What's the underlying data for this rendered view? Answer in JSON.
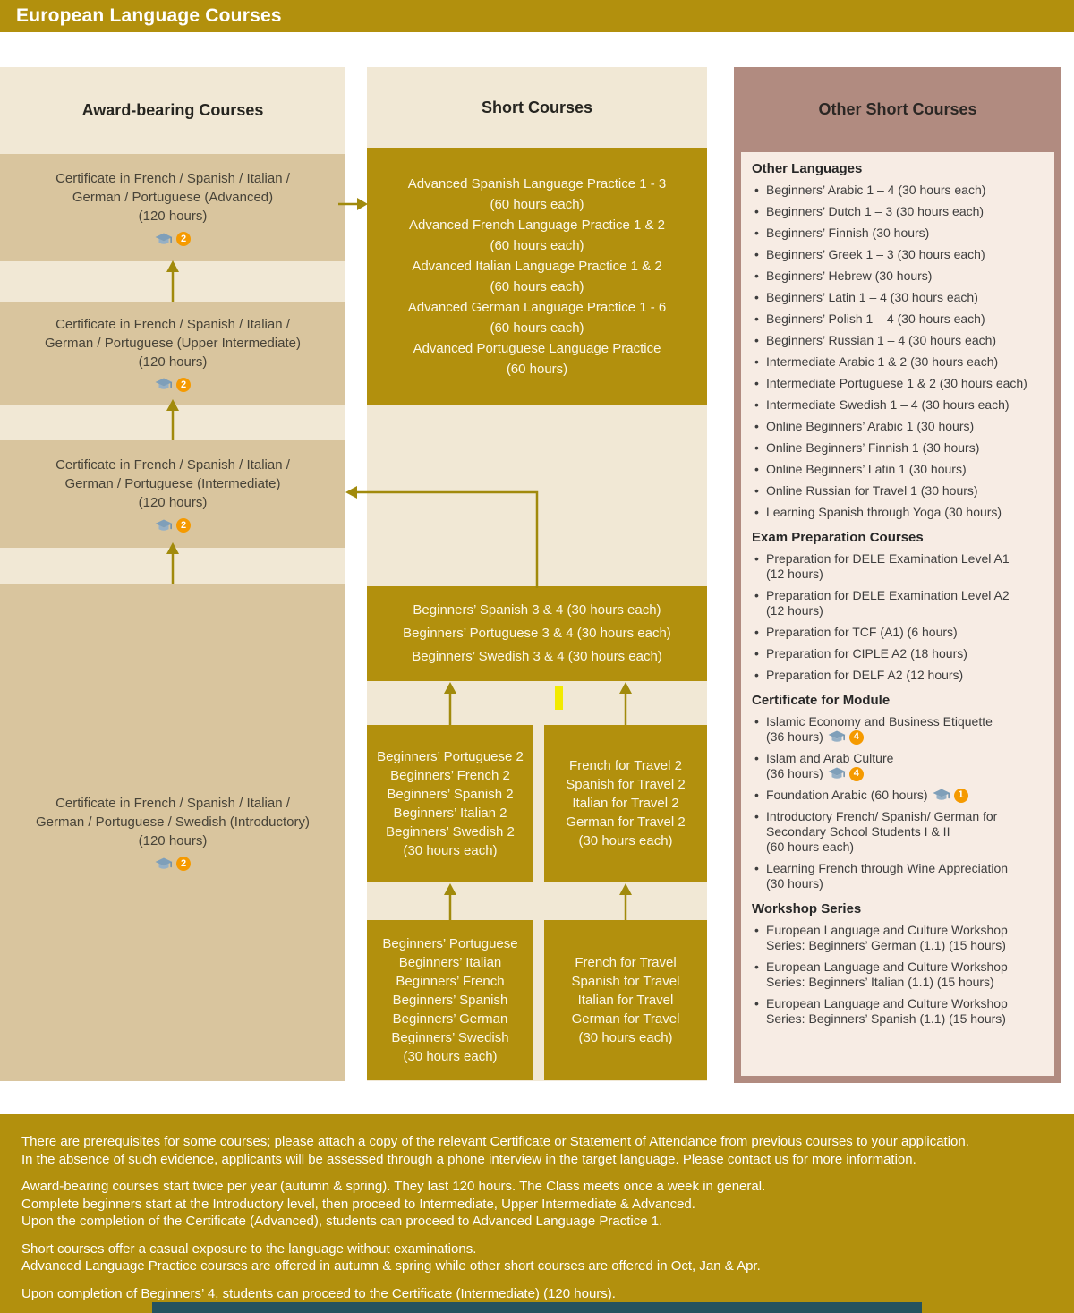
{
  "page": {
    "title": "European Language Courses"
  },
  "colors": {
    "gold": "#b2900d",
    "beige": "#f1e8d5",
    "tan": "#d9c59e",
    "mauve": "#b18b80",
    "panel_pink": "#f7ece4",
    "badge_orange": "#f59a00",
    "arrow_gold": "#a18a0c",
    "footer_teal": "#25525e",
    "highlight_yellow": "#f2ea00",
    "text_on_gold": "#fcf8ea"
  },
  "award": {
    "title": "Award-bearing Courses",
    "boxes": [
      {
        "text": "Certificate in French / Spanish / Italian /\nGerman / Portuguese (Advanced)\n(120 hours)",
        "badge": "2"
      },
      {
        "text": "Certificate in French / Spanish / Italian /\nGerman / Portuguese (Upper Intermediate)\n(120 hours)",
        "badge": "2"
      },
      {
        "text": "Certificate in French / Spanish / Italian /\nGerman / Portuguese (Intermediate)\n(120 hours)",
        "badge": "2"
      },
      {
        "text": "Certificate in French / Spanish / Italian /\nGerman / Portuguese / Swedish (Introductory)\n(120 hours)",
        "badge": "2"
      }
    ]
  },
  "short": {
    "title": "Short Courses",
    "advanced_practice": "Advanced Spanish Language Practice 1 - 3\n(60 hours each)\nAdvanced French Language Practice 1 & 2\n(60 hours each)\nAdvanced Italian Language Practice 1 & 2\n(60 hours each)\nAdvanced German Language Practice 1 - 6\n(60 hours each)\nAdvanced Portuguese Language Practice\n(60 hours)",
    "beginners_3_4": "Beginners’ Spanish 3 & 4  (30 hours each)\nBeginners’ Portuguese 3 & 4  (30 hours each)\nBeginners’ Swedish 3 & 4 (30 hours each)",
    "level2_left": "Beginners’ Portuguese 2\nBeginners’ French 2\nBeginners’ Spanish 2\nBeginners’ Italian 2\nBeginners’ Swedish 2\n(30 hours each)",
    "level2_right": "French for Travel 2\nSpanish for Travel 2\nItalian for Travel 2\nGerman for Travel 2\n(30 hours each)",
    "level1_left": "Beginners’ Portuguese\nBeginners’ Italian\nBeginners’ French\nBeginners’ Spanish\nBeginners’ German\nBeginners’ Swedish\n(30 hours each)",
    "level1_right": "French for Travel\nSpanish for Travel\nItalian for Travel\nGerman for Travel\n(30 hours each)"
  },
  "other": {
    "title": "Other Short Courses",
    "sections": [
      {
        "heading": "Other Languages",
        "items": [
          "Beginners’ Arabic 1 – 4 (30 hours each)",
          "Beginners’ Dutch 1 – 3 (30 hours each)",
          "Beginners’ Finnish (30 hours)",
          "Beginners’ Greek 1 – 3 (30 hours each)",
          "Beginners’ Hebrew (30 hours)",
          "Beginners’ Latin 1 – 4 (30 hours each)",
          "Beginners’ Polish 1 – 4 (30 hours each)",
          "Beginners’ Russian 1 – 4 (30 hours each)",
          "Intermediate Arabic 1 & 2 (30 hours each)",
          "Intermediate Portuguese 1 & 2 (30 hours each)",
          "Intermediate Swedish 1 – 4 (30 hours each)",
          "Online Beginners’ Arabic 1 (30 hours)",
          "Online Beginners’ Finnish 1 (30 hours)",
          "Online Beginners’ Latin 1 (30 hours)",
          "Online Russian for Travel 1 (30 hours)",
          "Learning Spanish through Yoga (30 hours)"
        ]
      },
      {
        "heading": "Exam Preparation Courses",
        "items": [
          "Preparation for DELE Examination Level A1\n(12 hours)",
          "Preparation for DELE Examination Level A2\n(12 hours)",
          "Preparation for TCF (A1) (6 hours)",
          "Preparation for CIPLE A2 (18 hours)",
          "Preparation for DELF A2 (12 hours)"
        ]
      },
      {
        "heading": "Certificate for Module",
        "items": [
          {
            "text": "Islamic Economy and Business Etiquette\n(36 hours)",
            "badge": "4"
          },
          {
            "text": "Islam and Arab Culture\n(36 hours)",
            "badge": "4"
          },
          {
            "text": "Foundation Arabic (60 hours)",
            "badge": "1"
          },
          {
            "text": "Introductory French/ Spanish/ German for\nSecondary School Students I & II\n(60 hours each)"
          },
          {
            "text": "Learning French through Wine Appreciation\n(30 hours)"
          }
        ]
      },
      {
        "heading": "Workshop Series",
        "items": [
          "European Language and Culture Workshop\nSeries: Beginners’ German (1.1) (15 hours)",
          "European Language and Culture Workshop\nSeries: Beginners’ Italian (1.1) (15 hours)",
          "European Language and Culture Workshop\nSeries: Beginners’ Spanish (1.1) (15 hours)"
        ]
      }
    ]
  },
  "notes": [
    "There are prerequisites for some courses; please attach a copy of the relevant Certificate or Statement of Attendance from previous courses to your application.\nIn the absence of such evidence, applicants will be assessed through a phone interview in the target language. Please contact us for more information.",
    "Award-bearing courses start twice per year (autumn & spring). They last 120 hours. The Class meets once a week in general.\nComplete beginners start at the Introductory level, then proceed to Intermediate, Upper Intermediate & Advanced.\nUpon the completion of the Certificate (Advanced), students can proceed to Advanced Language Practice 1.",
    "Short courses offer a casual exposure to the language without examinations.\nAdvanced Language Practice courses are offered in autumn & spring while other short courses are offered in Oct, Jan & Apr.",
    "Upon completion of Beginners’ 4, students can proceed to the Certificate (Intermediate) (120 hours)."
  ]
}
